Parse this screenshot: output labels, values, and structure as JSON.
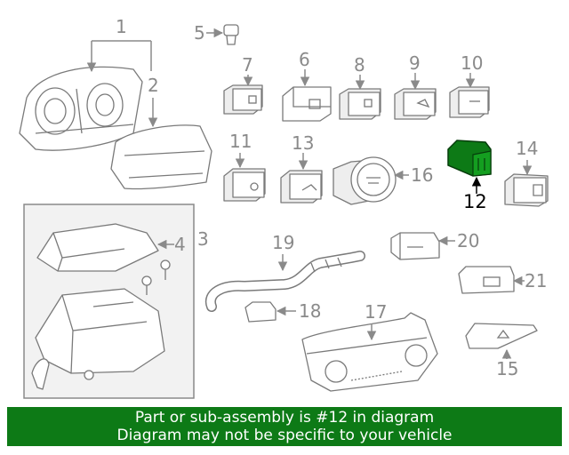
{
  "callouts": [
    "1",
    "2",
    "3",
    "4",
    "5",
    "6",
    "7",
    "8",
    "9",
    "10",
    "11",
    "12",
    "13",
    "14",
    "15",
    "16",
    "17",
    "18",
    "19",
    "20",
    "21"
  ],
  "highlight": {
    "number": "12",
    "color": "#0d7a16"
  },
  "banner": {
    "line1": "Part or sub-assembly is #12 in diagram",
    "line2": "Diagram may not be specific to your vehicle",
    "color": "#0d7a16"
  }
}
